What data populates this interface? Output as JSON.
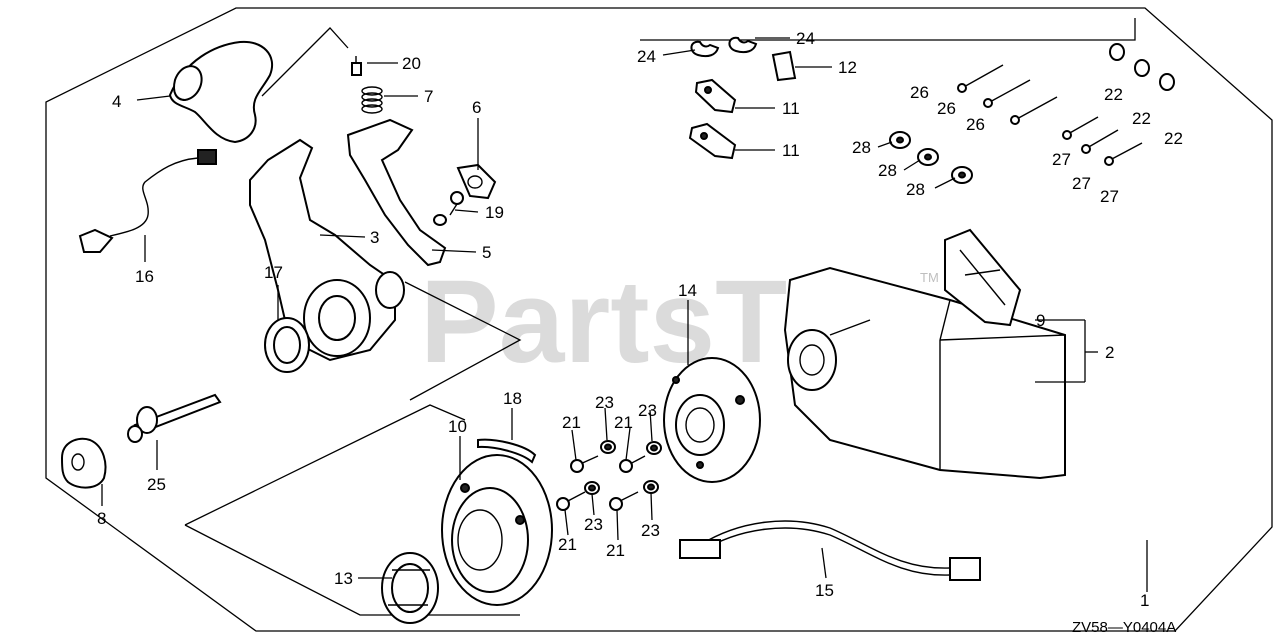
{
  "diagram": {
    "code": "ZV58—Y0404A",
    "watermark": "PartsTree",
    "watermark_tm": "TM"
  },
  "callouts": [
    {
      "id": "c1",
      "text": "1"
    },
    {
      "id": "c2",
      "text": "2"
    },
    {
      "id": "c3",
      "text": "3"
    },
    {
      "id": "c4",
      "text": "4"
    },
    {
      "id": "c5",
      "text": "5"
    },
    {
      "id": "c6",
      "text": "6"
    },
    {
      "id": "c7",
      "text": "7"
    },
    {
      "id": "c8",
      "text": "8"
    },
    {
      "id": "c9",
      "text": "9"
    },
    {
      "id": "c10",
      "text": "10"
    },
    {
      "id": "c11a",
      "text": "11"
    },
    {
      "id": "c11b",
      "text": "11"
    },
    {
      "id": "c12",
      "text": "12"
    },
    {
      "id": "c13",
      "text": "13"
    },
    {
      "id": "c14",
      "text": "14"
    },
    {
      "id": "c15",
      "text": "15"
    },
    {
      "id": "c16",
      "text": "16"
    },
    {
      "id": "c17",
      "text": "17"
    },
    {
      "id": "c18",
      "text": "18"
    },
    {
      "id": "c19",
      "text": "19"
    },
    {
      "id": "c20",
      "text": "20"
    },
    {
      "id": "c21a",
      "text": "21"
    },
    {
      "id": "c21b",
      "text": "21"
    },
    {
      "id": "c21c",
      "text": "21"
    },
    {
      "id": "c21d",
      "text": "21"
    },
    {
      "id": "c22a",
      "text": "22"
    },
    {
      "id": "c22b",
      "text": "22"
    },
    {
      "id": "c22c",
      "text": "22"
    },
    {
      "id": "c23a",
      "text": "23"
    },
    {
      "id": "c23b",
      "text": "23"
    },
    {
      "id": "c23c",
      "text": "23"
    },
    {
      "id": "c23d",
      "text": "23"
    },
    {
      "id": "c24a",
      "text": "24"
    },
    {
      "id": "c24b",
      "text": "24"
    },
    {
      "id": "c25",
      "text": "25"
    },
    {
      "id": "c26a",
      "text": "26"
    },
    {
      "id": "c26b",
      "text": "26"
    },
    {
      "id": "c26c",
      "text": "26"
    },
    {
      "id": "c27a",
      "text": "27"
    },
    {
      "id": "c27b",
      "text": "27"
    },
    {
      "id": "c27c",
      "text": "27"
    },
    {
      "id": "c28a",
      "text": "28"
    },
    {
      "id": "c28b",
      "text": "28"
    },
    {
      "id": "c28c",
      "text": "28"
    }
  ]
}
